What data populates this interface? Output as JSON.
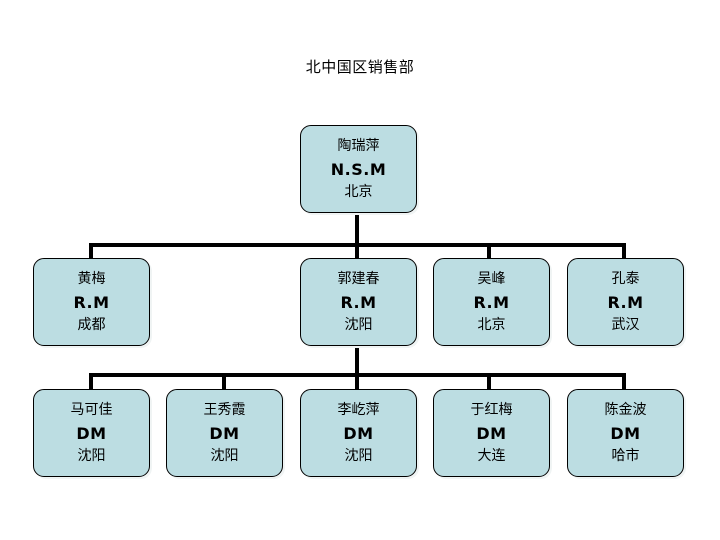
{
  "chart_data": {
    "type": "diagram",
    "title": "北中国区销售部",
    "diagram_kind": "org-chart",
    "box_fill_color": "#bcdde2",
    "box_border_color": "#000000",
    "connector_color": "#000000",
    "background_color": "#ffffff",
    "levels": [
      {
        "level": 1,
        "role_code": "N.S.M",
        "nodes": [
          {
            "name": "陶瑞萍",
            "title": "N.S.M",
            "location": "北京"
          }
        ]
      },
      {
        "level": 2,
        "role_code": "R.M",
        "nodes": [
          {
            "name": "黄梅",
            "title": "R.M",
            "location": "成都"
          },
          {
            "name": "郭建春",
            "title": "R.M",
            "location": "沈阳"
          },
          {
            "name": "吴峰",
            "title": "R.M",
            "location": "北京"
          },
          {
            "name": "孔泰",
            "title": "R.M",
            "location": "武汉"
          }
        ]
      },
      {
        "level": 3,
        "role_code": "DM",
        "nodes": [
          {
            "name": "马可佳",
            "title": "DM",
            "location": "沈阳"
          },
          {
            "name": "王秀霞",
            "title": "DM",
            "location": "沈阳"
          },
          {
            "name": "李屹萍",
            "title": "DM",
            "location": "沈阳"
          },
          {
            "name": "于红梅",
            "title": "DM",
            "location": "大连"
          },
          {
            "name": "陈金波",
            "title": "DM",
            "location": "哈市"
          }
        ]
      }
    ]
  }
}
